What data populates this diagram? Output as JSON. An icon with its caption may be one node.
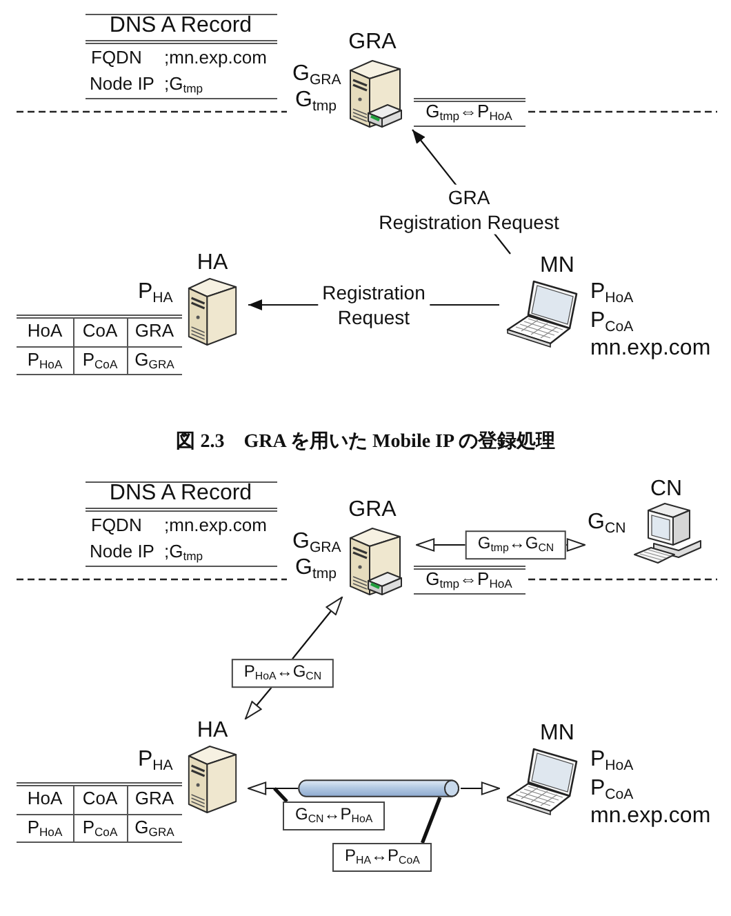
{
  "diagram": {
    "caption": "図 2.3　GRA を用いた Mobile IP の登録処理",
    "nodes": [
      {
        "text": [
          "GRA"
        ],
        "beside": [
          "G$_{GRA}$",
          "G$_{tmp}$"
        ]
      },
      {
        "text": [
          "HA"
        ],
        "beside": [
          "P$_{HA}$"
        ]
      },
      {
        "text": [
          "MN"
        ],
        "beside": [
          "P$_{HoA}$",
          "P$_{CoA}$",
          "mn.exp.com"
        ]
      },
      {
        "text": [
          "GRA"
        ],
        "beside": [
          "G$_{GRA}$",
          "G$_{tmp}$"
        ]
      },
      {
        "text": [
          "CN"
        ],
        "beside": [
          "G$_{CN}$"
        ]
      },
      {
        "text": [
          "G$_{tmp}$↔G$_{CN}$"
        ]
      },
      {
        "text": [
          "P$_{HoA}$↔G$_{CN}$"
        ]
      },
      {
        "text": [
          "HA"
        ],
        "beside": [
          "P$_{HA}$"
        ]
      },
      {
        "text": [
          "MN"
        ],
        "beside": [
          "P$_{HoA}$",
          "P$_{CoA}$",
          "mn.exp.com"
        ]
      },
      {
        "text": [],
        "shape": "cylinder"
      },
      {
        "text": [
          "G$_{CN}$↔P$_{HoA}$"
        ]
      },
      {
        "text": [
          "P$_{HA}$↔P$_{CoA}$"
        ]
      }
    ],
    "edges": [
      {
        "from": 2,
        "to": 0,
        "arrow": "to",
        "label": "GRA Registration Request"
      },
      {
        "from": 2,
        "to": 1,
        "arrow": "to",
        "label": "Registration Request"
      },
      {
        "from": 5,
        "to": 3,
        "arrow": "to"
      },
      {
        "from": 5,
        "to": 4,
        "arrow": "to"
      },
      {
        "from": 6,
        "to": 3,
        "arrow": "to"
      },
      {
        "from": 6,
        "to": 7,
        "arrow": "to"
      },
      {
        "from": 9,
        "to": 7,
        "arrow": "to"
      },
      {
        "from": 9,
        "to": 8,
        "arrow": "to"
      },
      {
        "from": 10,
        "to": null,
        "arrow": "none",
        "style": "thick"
      },
      {
        "from": 11,
        "to": 9,
        "arrow": "none",
        "style": "thick"
      }
    ],
    "labels": [
      "DNS A Record",
      "FQDN",
      ";mn.exp.com",
      "Node IP",
      ";G$_{tmp}$",
      "G$_{tmp}$⇔P$_{HoA}$",
      "HoA",
      "CoA",
      "GRA",
      "P$_{HoA}$",
      "P$_{CoA}$",
      "G$_{GRA}$",
      "DNS A Record",
      "FQDN",
      ";mn.exp.com",
      "Node IP",
      ";G$_{tmp}$",
      "G$_{tmp}$⇔P$_{HoA}$",
      "HoA",
      "CoA",
      "GRA",
      "P$_{HoA}$",
      "P$_{CoA}$",
      "G$_{GRA}$"
    ]
  }
}
